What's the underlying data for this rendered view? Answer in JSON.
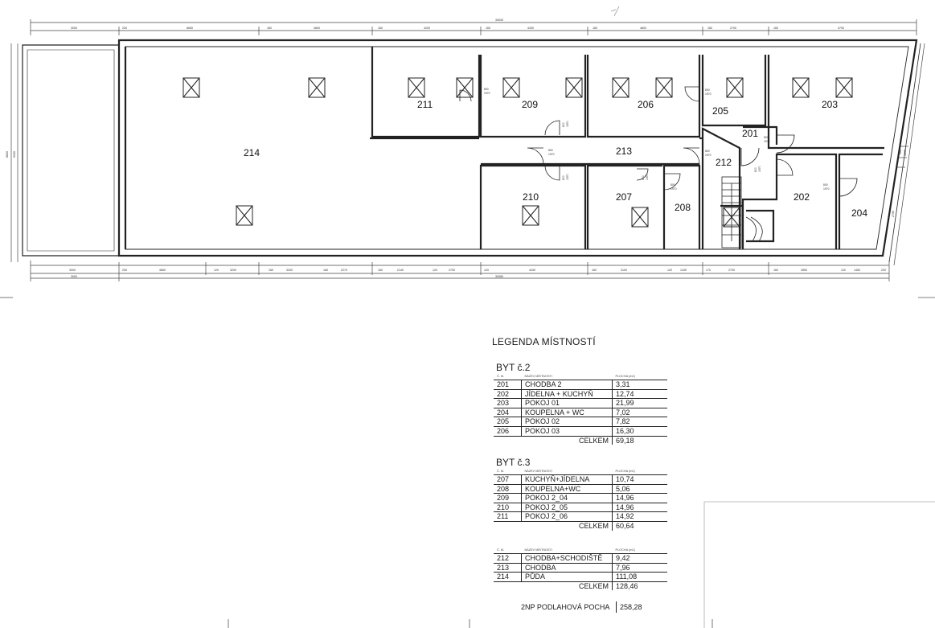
{
  "rooms": {
    "r214": "214",
    "r211": "211",
    "r209": "209",
    "r206": "206",
    "r205": "205",
    "r203": "203",
    "r201": "201",
    "r213": "213",
    "r212": "212",
    "r210": "210",
    "r207": "207",
    "r208": "208",
    "r202": "202",
    "r204": "204"
  },
  "dimensions": {
    "top_total": "34030",
    "top": [
      "3000",
      "200",
      "6650",
      "160",
      "4800",
      "160",
      "4200",
      "160",
      "4400",
      "160",
      "4800",
      "160",
      "2700",
      "160",
      "3700"
    ],
    "bottom": [
      "3000",
      "200",
      "3650",
      "120",
      "3200",
      "160",
      "3200",
      "160",
      "2270",
      "160",
      "2140",
      "120",
      "2700",
      "120",
      "4430",
      "160",
      "3100",
      "120",
      "1430",
      "170",
      "2700",
      "160",
      "2850",
      "120",
      "1450",
      "200"
    ],
    "bottom2": [
      "3000",
      "30080"
    ],
    "left": [
      "8800",
      "9300"
    ],
    "right": [
      "4050",
      "400",
      "1000",
      "2700"
    ]
  },
  "doors": [
    {
      "w": "800",
      "h": "1970"
    },
    {
      "w": "800",
      "h": "1970"
    },
    {
      "w": "800",
      "h": "1970"
    },
    {
      "w": "800",
      "h": "1970"
    },
    {
      "w": "800",
      "h": "1970"
    },
    {
      "w": "800",
      "h": "1970"
    },
    {
      "w": "800",
      "h": "1970"
    },
    {
      "w": "800",
      "h": "1970"
    },
    {
      "w": "800",
      "h": "1970"
    },
    {
      "w": "800",
      "h": "1970"
    },
    {
      "w": "800",
      "h": "1970"
    }
  ],
  "legend": {
    "title": "LEGENDA MÍSTNOSTÍ",
    "col_num": "Č. M.",
    "col_name": "NÁZEV MÍSTNOSTI",
    "col_area": "PLOCHA (m2)",
    "total_label": "CELKEM",
    "groups": [
      {
        "title": "BYT č.2",
        "rows": [
          {
            "num": "201",
            "name": "CHODBA 2",
            "area": "3,31"
          },
          {
            "num": "202",
            "name": "JÍDELNA + KUCHYŇ",
            "area": "12,74"
          },
          {
            "num": "203",
            "name": "POKOJ 01",
            "area": "21,99"
          },
          {
            "num": "204",
            "name": "KOUPELNA + WC",
            "area": "7,02"
          },
          {
            "num": "205",
            "name": "POKOJ 02",
            "area": "7,82"
          },
          {
            "num": "206",
            "name": "POKOJ 03",
            "area": "16,30"
          }
        ],
        "total": "69,18"
      },
      {
        "title": "BYT č.3",
        "rows": [
          {
            "num": "207",
            "name": "KUCHYŇ+JÍDELNA",
            "area": "10,74"
          },
          {
            "num": "208",
            "name": "KOUPELNA+WC",
            "area": "5,06"
          },
          {
            "num": "209",
            "name": "POKOJ 2_04",
            "area": "14,96"
          },
          {
            "num": "210",
            "name": "POKOJ 2_05",
            "area": "14,96"
          },
          {
            "num": "211",
            "name": "POKOJ 2_06",
            "area": "14,92"
          }
        ],
        "total": "60,64"
      },
      {
        "title": "",
        "rows": [
          {
            "num": "212",
            "name": "CHODBA+SCHODIŠTĚ",
            "area": "9,42"
          },
          {
            "num": "213",
            "name": "CHODBA",
            "area": "7,96"
          },
          {
            "num": "214",
            "name": "PŮDA",
            "area": "111,08"
          }
        ],
        "total": "128,46"
      }
    ],
    "grand_total_label": "2NP PODLAHOVÁ POCHA",
    "grand_total": "258,28"
  }
}
